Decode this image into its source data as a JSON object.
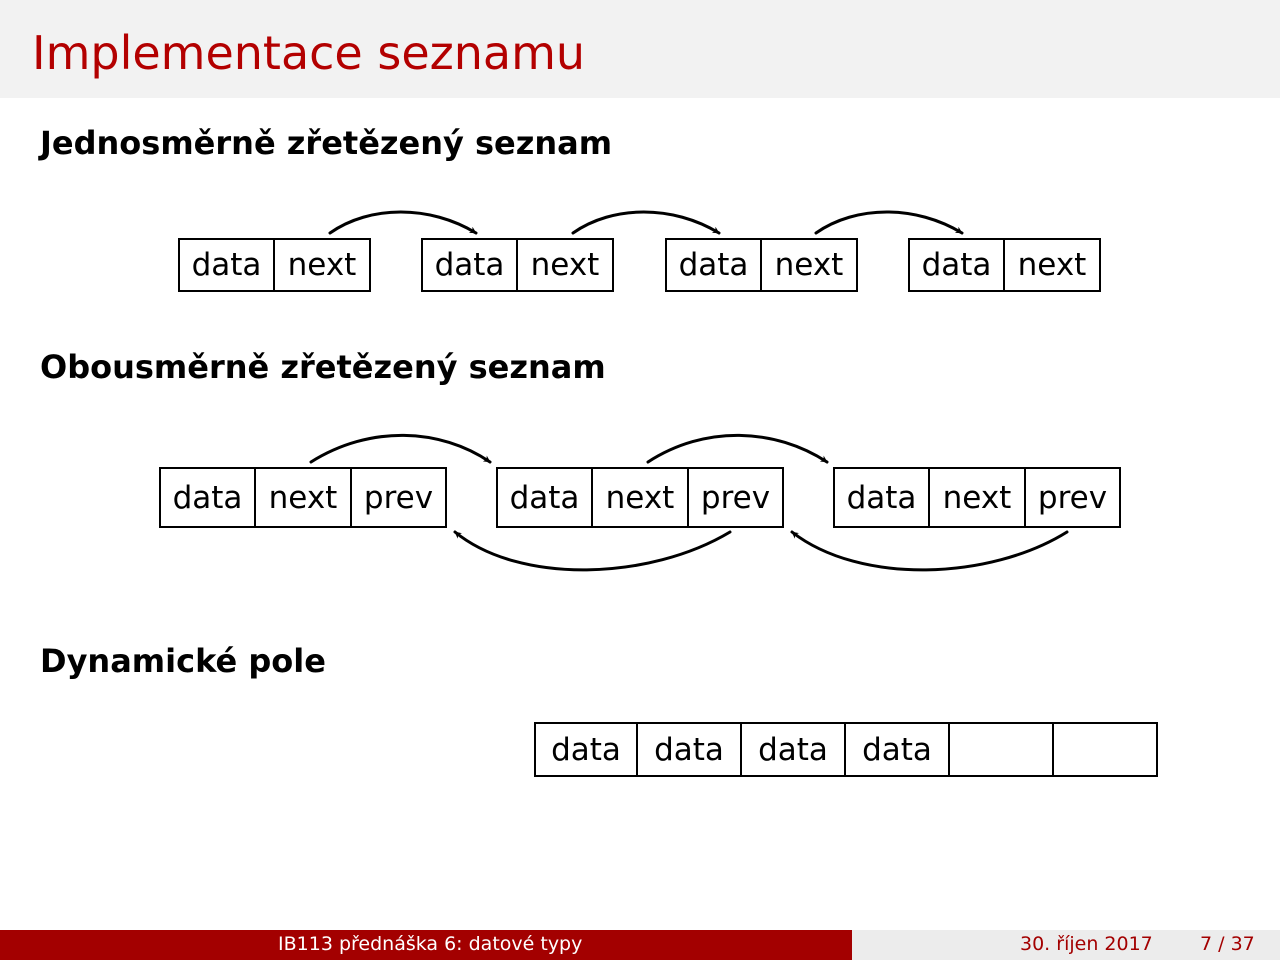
{
  "slide": {
    "title": "Implementace seznamu"
  },
  "sections": {
    "singly": {
      "heading": "Jednosměrně zřetězený seznam",
      "fields": [
        "data",
        "next"
      ]
    },
    "doubly": {
      "heading": "Obousměrně zřetězený seznam",
      "fields": [
        "data",
        "next",
        "prev"
      ]
    },
    "dynamic": {
      "heading": "Dynamické pole",
      "cells": [
        "data",
        "data",
        "data",
        "data",
        "",
        ""
      ]
    }
  },
  "footer": {
    "lecture": "IB113 přednáška 6: datové typy",
    "date": "30. říjen 2017",
    "page": "7 / 37"
  },
  "colors": {
    "accent": "#b30000",
    "footer_bar": "#a30000",
    "title_bg": "#f2f2f2"
  }
}
